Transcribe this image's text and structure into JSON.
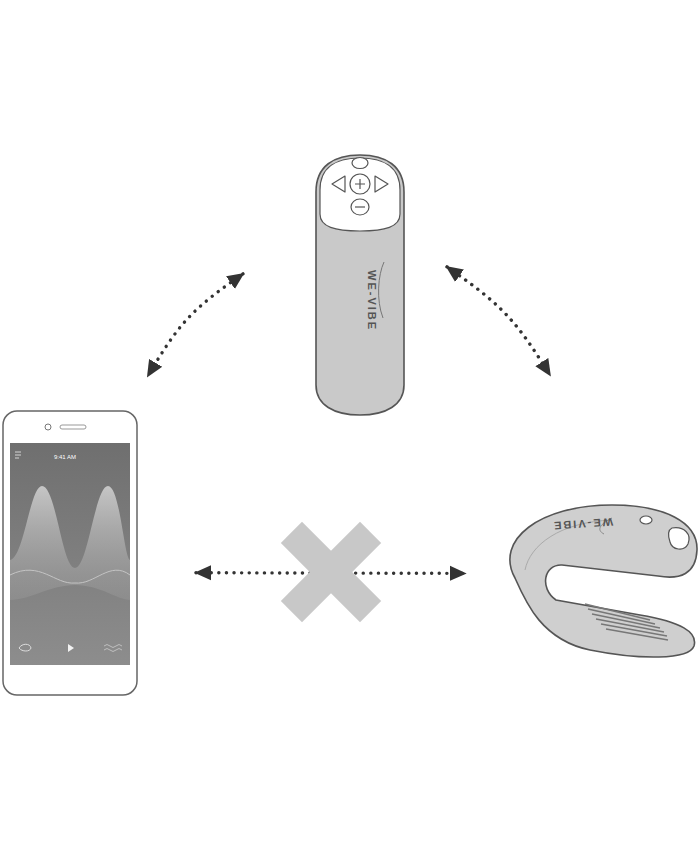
{
  "diagram": {
    "nodes": [
      {
        "text": [
          "WE-VIBE"
        ]
      },
      {
        "text": [
          "9:41 AM"
        ]
      },
      {
        "text": [
          "WE-VIBE"
        ]
      }
    ],
    "edges": [
      {
        "from": 0,
        "to": 1,
        "arrow": "both"
      },
      {
        "from": 0,
        "to": 2,
        "arrow": "both"
      },
      {
        "from": 1,
        "to": 2,
        "arrow": "both"
      }
    ]
  }
}
